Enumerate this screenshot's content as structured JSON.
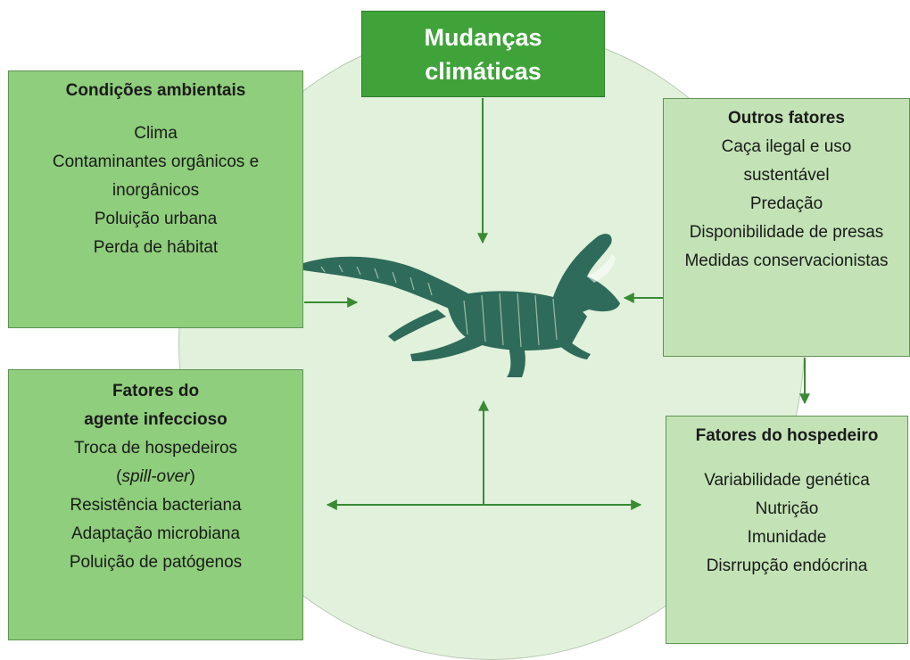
{
  "center": {
    "title_line1": "Mudanças",
    "title_line2": "climáticas"
  },
  "environmental": {
    "title": "Condições ambientais",
    "items": [
      "Clima",
      "Contaminantes orgânicos e",
      "inorgânicos",
      "Poluição urbana",
      "Perda de hábitat"
    ]
  },
  "other_factors": {
    "title": "Outros fatores",
    "items": [
      "Caça ilegal e uso",
      "sustentável",
      "Predação",
      "Disponibilidade de presas",
      "Medidas conservacionistas"
    ]
  },
  "agent": {
    "title_line1": "Fatores do",
    "title_line2": "agente infeccioso",
    "item1": "Troca de hospedeiros",
    "item2_open": "(",
    "item2_italic": "spill-over",
    "item2_close": ")",
    "items_rest": [
      "Resistência bacteriana",
      "Adaptação microbiana",
      "Poluição de patógenos"
    ]
  },
  "host": {
    "title": "Fatores do hospedeiro",
    "items": [
      "Variabilidade genética",
      "Nutrição",
      "Imunidade",
      "Disrrupção endócrina"
    ]
  },
  "colors": {
    "circle": "#e1f1dc",
    "top_box": "#3fa33a",
    "left_boxes": "#8fce7c",
    "right_boxes": "#c3e3b6",
    "arrows": "#3a8a34",
    "crocodile": "#2f6b5a"
  },
  "icons": {
    "center_figure": "crocodile-illustration"
  }
}
